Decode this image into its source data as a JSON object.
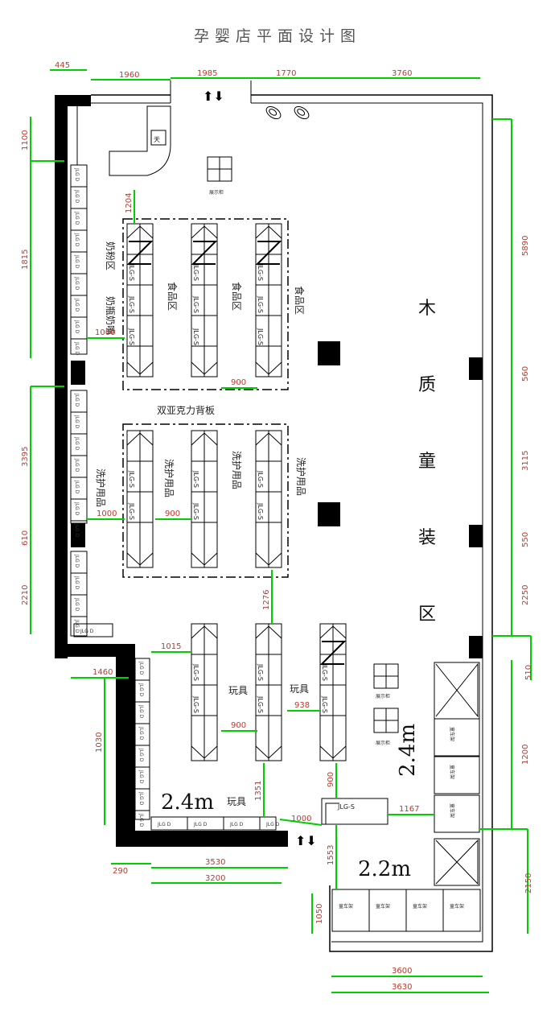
{
  "title": "孕婴店平面设计图",
  "zones": {
    "milk_powder": "奶粉区",
    "bottles": "奶瓶奶嘴",
    "food_1": "食品区",
    "food_2": "食品区",
    "food_3": "食品区",
    "acrylic_backboard": "双亚克力背板",
    "wash_1": "洗护用品",
    "wash_2": "洗护用品",
    "wash_3": "洗护用品",
    "wash_4": "洗护用品",
    "toys_1": "玩具",
    "toys_2": "玩具",
    "toys_3": "玩具",
    "kids_clothing": "木质童装区",
    "cashier_mark": "天"
  },
  "shelf_label": "JLG-S",
  "wall_shelf_label": "JLG D",
  "stroller_rack_label": "童车架",
  "display_label": "展示柜",
  "heights": {
    "h1": "2.4m",
    "h2": "2.4m",
    "h3": "2.2m"
  },
  "dimensions": {
    "d_445": "445",
    "d_1960": "1960",
    "d_1985": "1985",
    "d_1770": "1770",
    "d_3760": "3760",
    "d_1100": "1100",
    "d_1815": "1815",
    "d_3395": "3395",
    "d_610": "610",
    "d_2210": "2210",
    "d_1460": "1460",
    "d_1030": "1030",
    "d_290": "290",
    "d_3530": "3530",
    "d_3200": "3200",
    "d_1204": "1204",
    "d_1000a": "1000",
    "d_900a": "900",
    "d_1000b": "1000",
    "d_900b": "900",
    "d_1276": "1276",
    "d_1015": "1015",
    "d_900c": "900",
    "d_938": "938",
    "d_1351": "1351",
    "d_900d": "900",
    "d_1000c": "1000",
    "d_1167": "1167",
    "d_1553": "1553",
    "d_1050": "1050",
    "d_3600": "3600",
    "d_3630": "3630",
    "d_5890": "5890",
    "d_560": "560",
    "d_3115": "3115",
    "d_550": "550",
    "d_2250": "2250",
    "d_510": "510",
    "d_1200": "1200",
    "d_2150": "2150"
  }
}
